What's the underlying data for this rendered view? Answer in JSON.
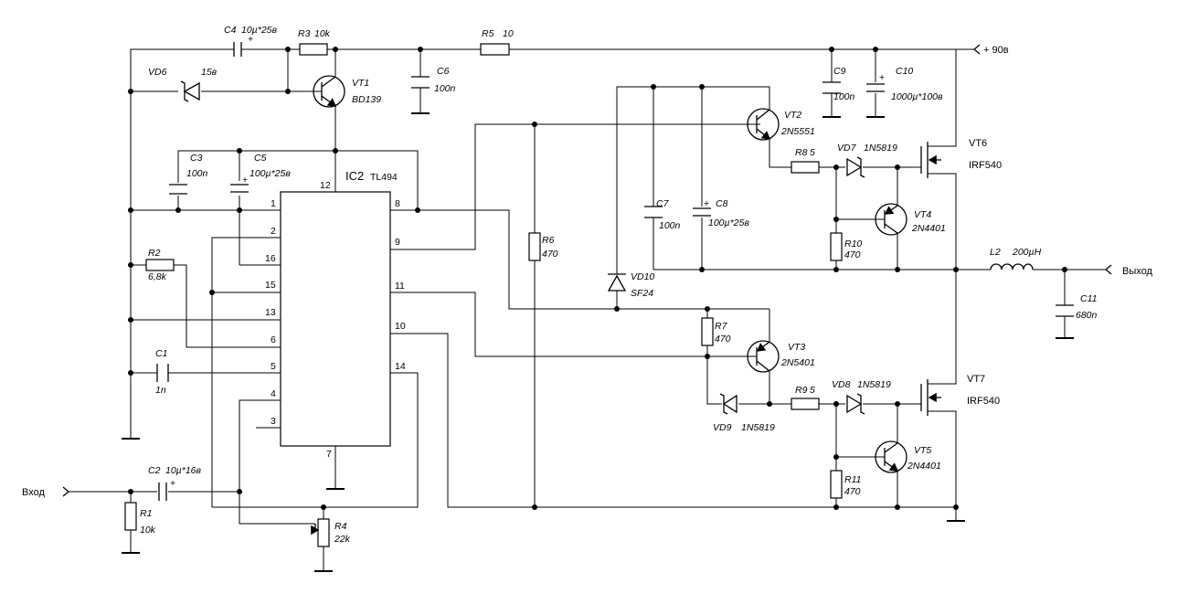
{
  "ic": {
    "name": "IC2",
    "part": "TL494"
  },
  "pins": {
    "p1": "1",
    "p2": "2",
    "p16": "16",
    "p15": "15",
    "p13": "13",
    "p6": "6",
    "p5": "5",
    "p4": "4",
    "p3": "3",
    "p12": "12",
    "p7": "7",
    "p8": "8",
    "p9": "9",
    "p11": "11",
    "p10": "10",
    "p14": "14"
  },
  "io": {
    "input": "Вход",
    "output": "Выход",
    "supply": "+ 90в"
  },
  "parts": {
    "C4": {
      "name": "C4",
      "value": "10µ*25в"
    },
    "R3": {
      "name": "R3",
      "value": "10k"
    },
    "R5": {
      "name": "R5",
      "value": "10"
    },
    "VD6": {
      "name": "VD6",
      "value": "15в"
    },
    "VT1": {
      "name": "VT1",
      "value": "BD139"
    },
    "C6": {
      "name": "C6",
      "value": "100n"
    },
    "C9": {
      "name": "C9",
      "value": "100n"
    },
    "C10": {
      "name": "C10",
      "value": "1000µ*100в"
    },
    "VT2": {
      "name": "VT2",
      "value": "2N5551"
    },
    "C3": {
      "name": "C3",
      "value": "100n"
    },
    "C5": {
      "name": "C5",
      "value": "100µ*25в"
    },
    "R8": {
      "name": "R8",
      "value": "5"
    },
    "VD7": {
      "name": "VD7",
      "value": "1N5819"
    },
    "VT6": {
      "name": "VT6",
      "value": "IRF540"
    },
    "C7": {
      "name": "C7",
      "value": "100n"
    },
    "C8": {
      "name": "C8",
      "value": "100µ*25в"
    },
    "VT4": {
      "name": "VT4",
      "value": "2N4401"
    },
    "R10": {
      "name": "R10",
      "value": "470"
    },
    "R6": {
      "name": "R6",
      "value": "470"
    },
    "R2": {
      "name": "R2",
      "value": "6,8k"
    },
    "L2": {
      "name": "L2",
      "value": "200µH"
    },
    "VD10": {
      "name": "VD10",
      "value": "SF24"
    },
    "C11": {
      "name": "C11",
      "value": "680n"
    },
    "R7": {
      "name": "R7",
      "value": "470"
    },
    "VT3": {
      "name": "VT3",
      "value": "2N5401"
    },
    "C1": {
      "name": "C1",
      "value": "1n"
    },
    "VT7": {
      "name": "VT7",
      "value": "IRF540"
    },
    "R9": {
      "name": "R9",
      "value": "5"
    },
    "VD8": {
      "name": "VD8",
      "value": "1N5819"
    },
    "VD9": {
      "name": "VD9",
      "value": "1N5819"
    },
    "VT5": {
      "name": "VT5",
      "value": "2N4401"
    },
    "R11": {
      "name": "R11",
      "value": "470"
    },
    "C2": {
      "name": "C2",
      "value": "10µ*16в"
    },
    "R1": {
      "name": "R1",
      "value": "10k"
    },
    "R4": {
      "name": "R4",
      "value": "22k"
    }
  }
}
